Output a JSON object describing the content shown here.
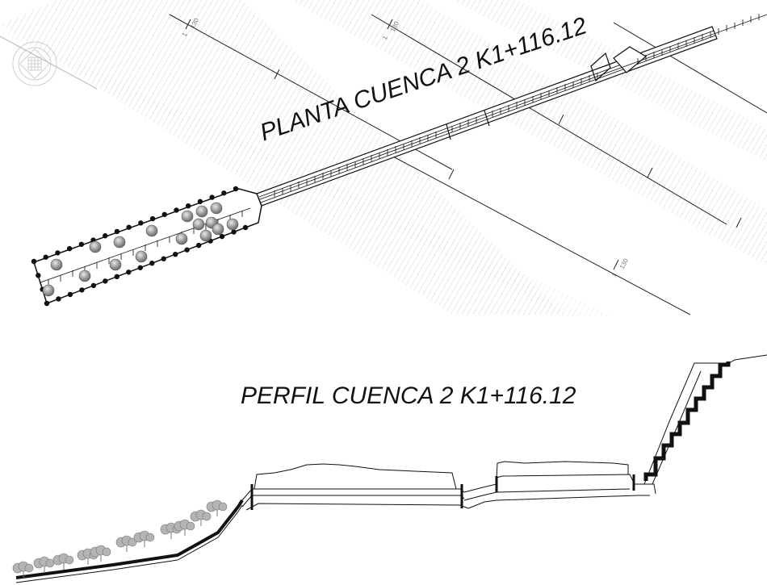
{
  "plan": {
    "title": "PLANTA CUENCA 2 K1+116.12",
    "grid_label": "130",
    "grid_tick": "1"
  },
  "profile": {
    "title": "PERFIL CUENCA 2 K1+116.12"
  },
  "colors": {
    "line": "#111111",
    "hatch": "#d6d6d6",
    "tree": "#9a9a9a",
    "boulder": "#8c8c8c"
  }
}
